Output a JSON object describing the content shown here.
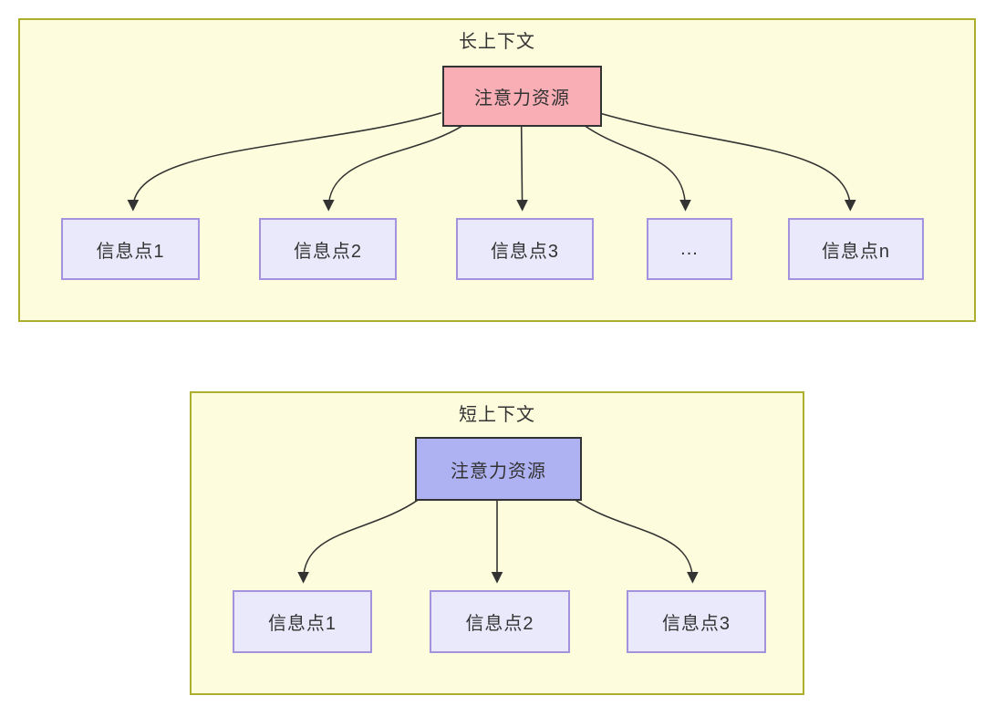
{
  "diagram": {
    "long_context": {
      "title": "长上下文",
      "source_label": "注意力资源",
      "targets": [
        "信息点1",
        "信息点2",
        "信息点3",
        "...",
        "信息点n"
      ]
    },
    "short_context": {
      "title": "短上下文",
      "source_label": "注意力资源",
      "targets": [
        "信息点1",
        "信息点2",
        "信息点3"
      ]
    },
    "colors": {
      "panel_background": "#fdfddd",
      "panel_border": "#aeae2e",
      "long_source_fill": "#f9aeb5",
      "short_source_fill": "#aeb1f2",
      "target_fill": "#e9e9fb",
      "target_border": "#a392dd",
      "node_border_dark": "#333333",
      "arrow_stroke": "#333333",
      "text": "#333333"
    }
  }
}
